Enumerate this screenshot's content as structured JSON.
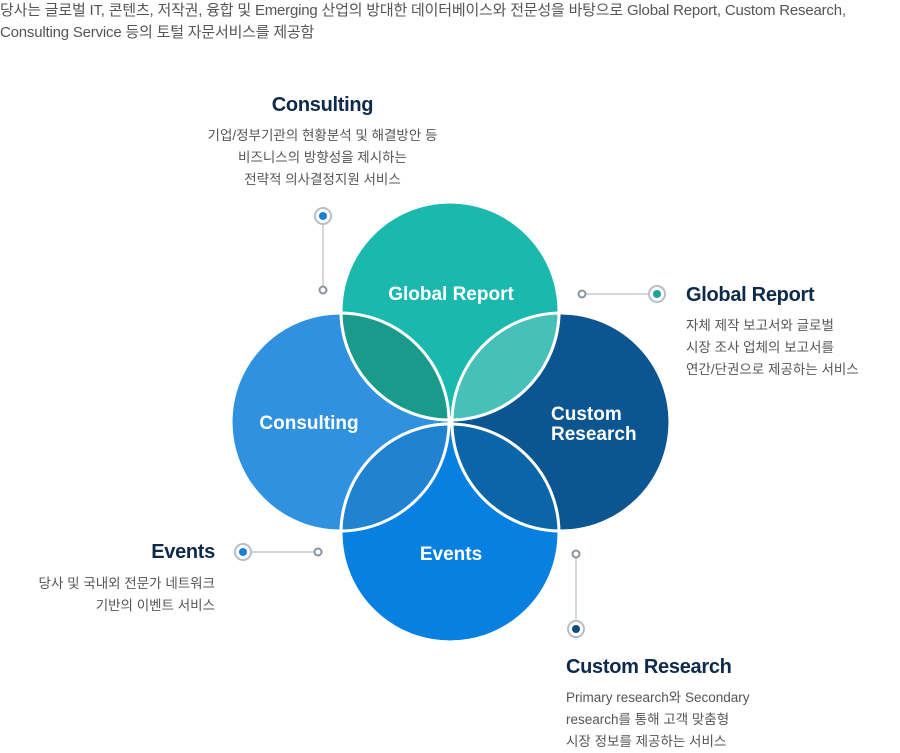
{
  "intro": {
    "line1": "당사는 글로벌 IT, 콘텐츠, 저작권, 융합 및 Emerging 산업의 방대한 데이터베이스와 전문성을 바탕으로 Global Report, Custom Research,",
    "line2": "Consulting Service 등의 토털 자문서비스를 제공함"
  },
  "colors": {
    "global": "#1bb8ae",
    "consulting": "#2f91e0",
    "custom": "#0b5690",
    "events": "#0880e2",
    "heading": "#0e2a4a",
    "marker_teal": "#1aa39c",
    "marker_blue": "#1a7fd6",
    "marker_navy": "#0b4b82"
  },
  "circles": {
    "global": "Global Report",
    "consulting": "Consulting",
    "custom_line1": "Custom",
    "custom_line2": "Research",
    "events": "Events"
  },
  "services": {
    "consulting": {
      "title": "Consulting",
      "desc": [
        "기업/정부기관의 현황분석 및 해결방안 등",
        "비즈니스의 방향성을 제시하는",
        "전략적 의사결정지원 서비스"
      ]
    },
    "global": {
      "title": "Global Report",
      "desc": [
        "자체 제작 보고서와 글로벌",
        "시장 조사 업체의 보고서를",
        "연간/단권으로 제공하는 서비스"
      ]
    },
    "events": {
      "title": "Events",
      "desc": [
        "당사 및 국내외 전문가 네트워크",
        "기반의 이벤트 서비스"
      ]
    },
    "custom": {
      "title": "Custom Research",
      "desc": [
        "Primary research와 Secondary",
        "research를 통해 고객 맞춤형",
        "시장 정보를 제공하는 서비스"
      ]
    }
  }
}
